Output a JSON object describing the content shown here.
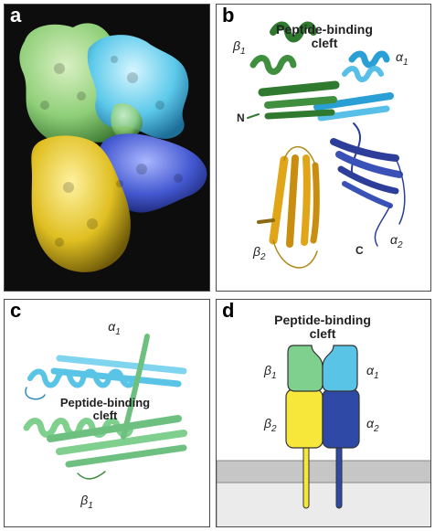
{
  "panels": {
    "a": {
      "label": "a"
    },
    "b": {
      "label": "b",
      "cleft_line1": "Peptide-binding",
      "cleft_line2": "cleft",
      "beta1": "β",
      "beta1_sub": "1",
      "alpha1": "α",
      "alpha1_sub": "1",
      "n_term": "N",
      "c_term": "C",
      "beta2": "β",
      "beta2_sub": "2",
      "alpha2": "α",
      "alpha2_sub": "2"
    },
    "c": {
      "label": "c",
      "alpha1": "α",
      "alpha1_sub": "1",
      "cleft_line1": "Peptide-binding",
      "cleft_line2": "cleft",
      "beta1": "β",
      "beta1_sub": "1"
    },
    "d": {
      "label": "d",
      "cleft_line1": "Peptide-binding",
      "cleft_line2": "cleft",
      "beta1": "β",
      "beta1_sub": "1",
      "alpha1": "α",
      "alpha1_sub": "1",
      "beta2": "β",
      "beta2_sub": "2",
      "alpha2": "α",
      "alpha2_sub": "2"
    }
  },
  "colors": {
    "alpha1_domain": "#5ac4e6",
    "beta1_domain": "#7fcf8e",
    "beta2_domain": "#f6e73a",
    "alpha2_domain": "#2f4aa6",
    "ribbon_dark_green": "#2f7a2f",
    "ribbon_blue": "#2a9fd6",
    "ribbon_gold": "#e0a617",
    "ribbon_navy": "#2c3e99",
    "membrane": "#c8c8c8"
  }
}
